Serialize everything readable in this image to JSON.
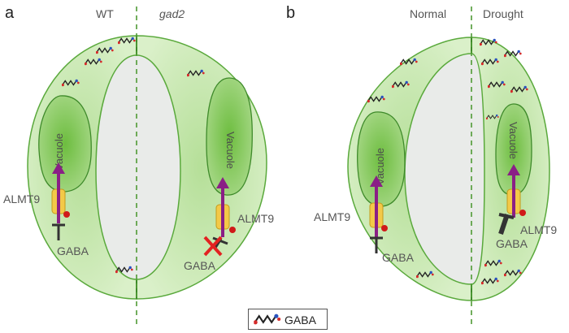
{
  "panels": {
    "a": {
      "letter": "a",
      "left_title": "WT",
      "right_title": "gad2",
      "vacuole_left": "Vacuole",
      "vacuole_right": "Vacuole",
      "transporter_left": "ALMT9",
      "transporter_right": "ALMT9",
      "gaba_left": "GABA",
      "gaba_right": "GABA"
    },
    "b": {
      "letter": "b",
      "left_title": "Normal",
      "right_title": "Drought",
      "vacuole_left": "Vacuole",
      "vacuole_right": "Vacuole",
      "transporter_left": "ALMT9",
      "transporter_right": "ALMT9",
      "gaba_left": "GABA",
      "gaba_right": "GABA"
    }
  },
  "legend": {
    "label": "GABA",
    "icon": "gaba-molecule-icon"
  },
  "colors": {
    "cell_fill": "#cde9b5",
    "cell_stroke": "#5aa93c",
    "vacuole_fill": "#78c24d",
    "pore_fill": "#e9ebe9",
    "channel": "#f3c948",
    "arrow": "#8a1f86",
    "block": "#333333",
    "site": "#d01919",
    "inhibit_x": "#e32121"
  }
}
